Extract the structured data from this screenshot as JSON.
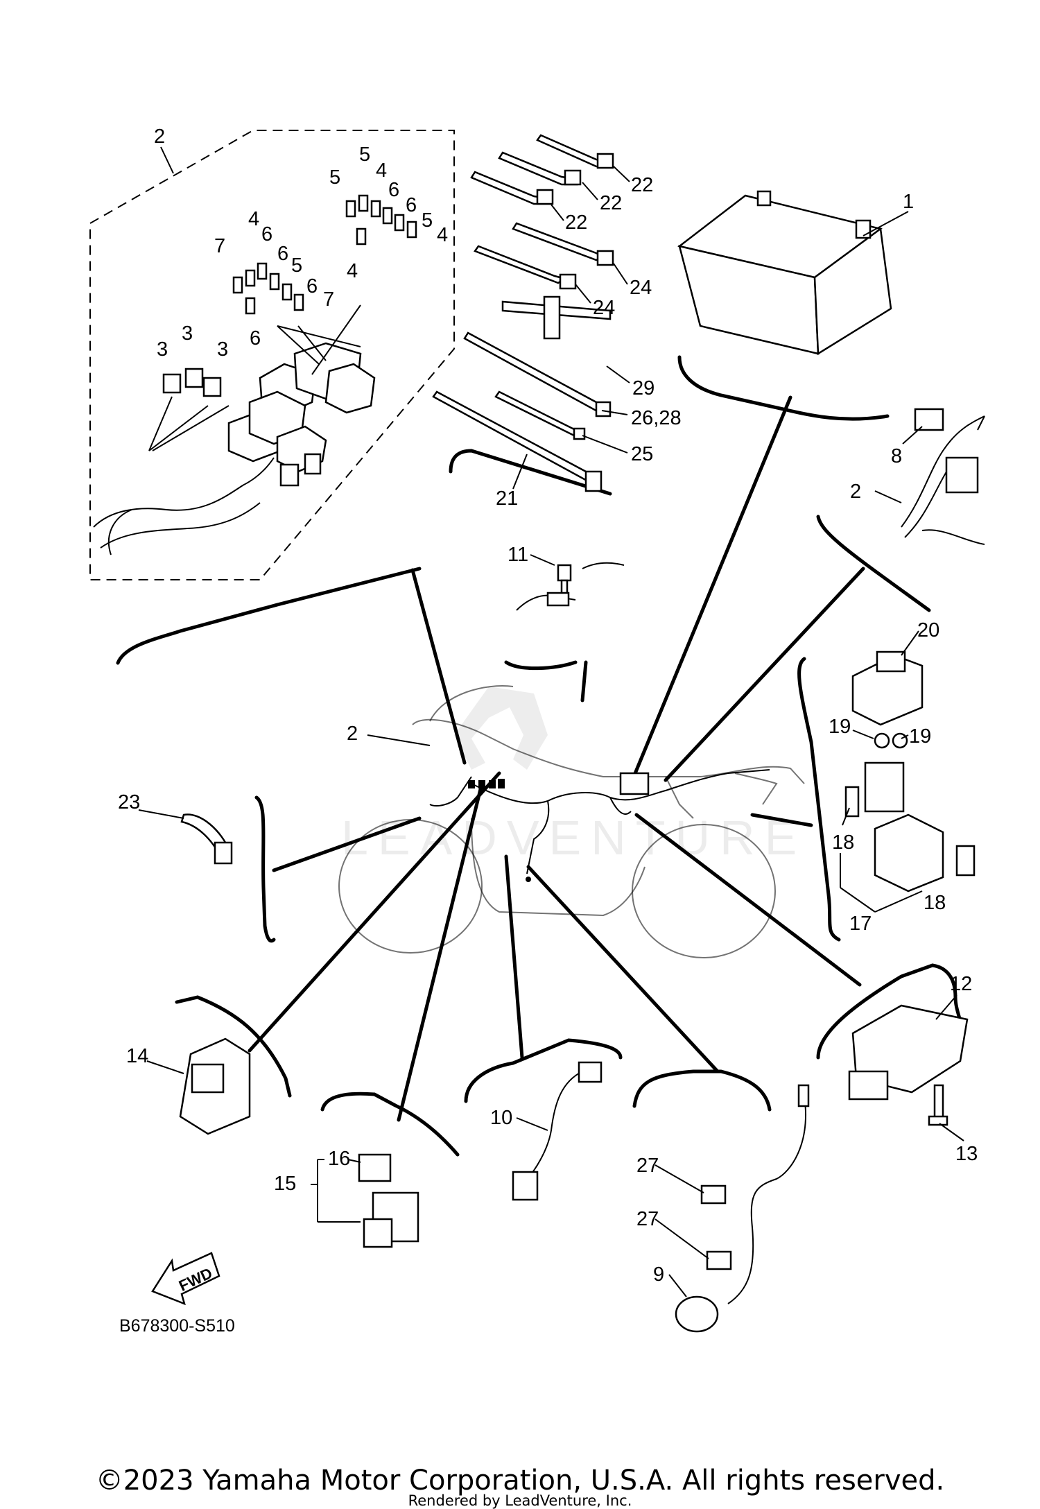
{
  "diagram": {
    "callouts": {
      "c1": "1",
      "c2_top": "2",
      "c2_left": "2",
      "c2_right": "2",
      "c3_a": "3",
      "c3_b": "3",
      "c3_c": "3",
      "c4_a": "4",
      "c4_b": "4",
      "c4_c": "4",
      "c4_d": "4",
      "c5_a": "5",
      "c5_b": "5",
      "c5_c": "5",
      "c5_d": "5",
      "c6_a": "6",
      "c6_b": "6",
      "c6_c": "6",
      "c6_d": "6",
      "c6_e": "6",
      "c6_f": "6",
      "c7_a": "7",
      "c7_b": "7",
      "c8": "8",
      "c9": "9",
      "c10": "10",
      "c11": "11",
      "c12": "12",
      "c13": "13",
      "c14": "14",
      "c15": "15",
      "c16": "16",
      "c17": "17",
      "c18_a": "18",
      "c18_b": "18",
      "c19_a": "19",
      "c19_b": "19",
      "c20": "20",
      "c21": "21",
      "c22_a": "22",
      "c22_b": "22",
      "c22_c": "22",
      "c23": "23",
      "c24_a": "24",
      "c24_b": "24",
      "c25": "25",
      "c26_28": "26,28",
      "c27_a": "27",
      "c27_b": "27",
      "c29": "29"
    },
    "fwd_label": "FWD",
    "diagram_code": "B678300-S510",
    "watermark": "LEADVENTURE"
  },
  "footer": {
    "copyright": "©2023 Yamaha Motor Corporation, U.S.A. All rights reserved.",
    "rendered_by": "Rendered by LeadVenture, Inc."
  }
}
